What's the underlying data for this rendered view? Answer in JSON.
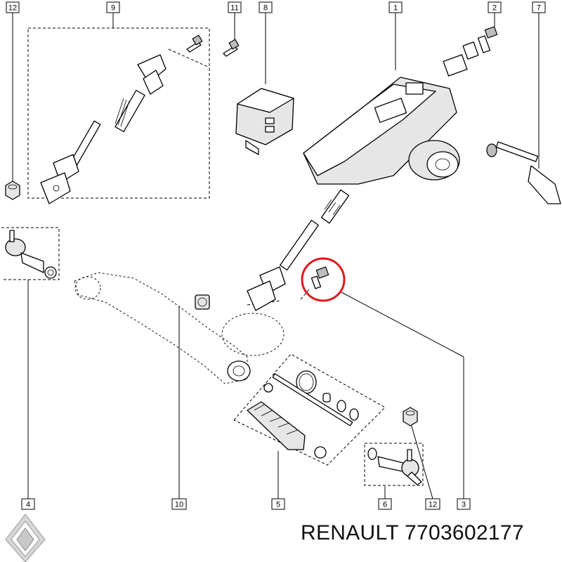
{
  "callouts": [
    {
      "id": "c12a",
      "label": "12"
    },
    {
      "id": "c9",
      "label": "9"
    },
    {
      "id": "c11",
      "label": "11"
    },
    {
      "id": "c8",
      "label": "8"
    },
    {
      "id": "c1",
      "label": "1"
    },
    {
      "id": "c2",
      "label": "2"
    },
    {
      "id": "c7",
      "label": "7"
    },
    {
      "id": "c4",
      "label": "4"
    },
    {
      "id": "c10",
      "label": "10"
    },
    {
      "id": "c5",
      "label": "5"
    },
    {
      "id": "c6",
      "label": "6"
    },
    {
      "id": "c12b",
      "label": "12"
    },
    {
      "id": "c3",
      "label": "3"
    }
  ],
  "brand": {
    "name": "RENAULT",
    "part_number": "7703602177",
    "title": "RENAULT 7703602177"
  },
  "colors": {
    "highlight": "#e0181b",
    "line": "#000000",
    "logo": "#c8c8c8"
  }
}
